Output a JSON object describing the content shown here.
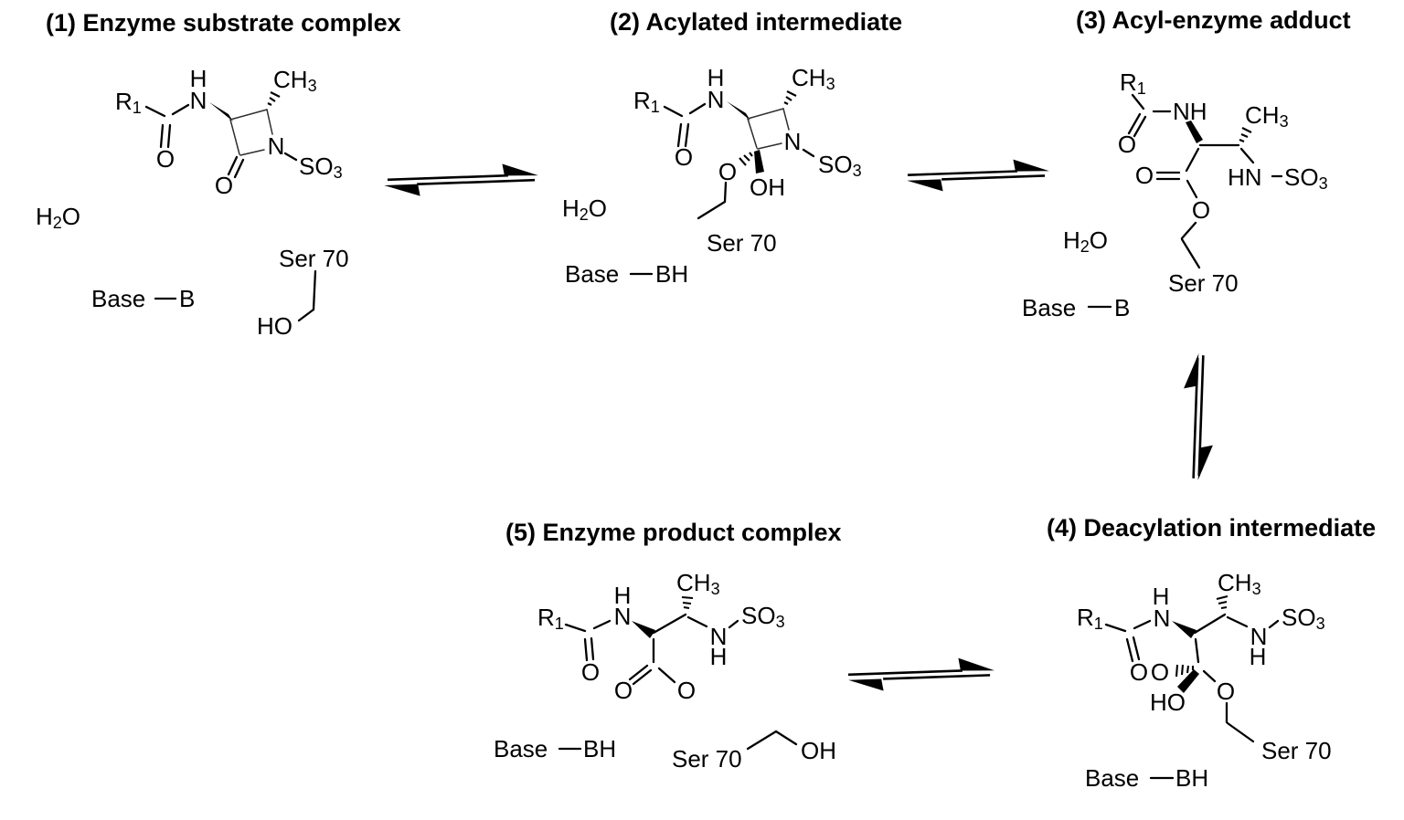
{
  "figure": {
    "background": "#ffffff",
    "ink": "#000000",
    "ring_stroke": "#2e2e2e"
  },
  "panels": [
    {
      "number": "1",
      "title": "(1) Enzyme substrate complex",
      "labels": {
        "r": "R",
        "r_sub": "1",
        "amide_h": "H",
        "amide_n": "N",
        "ch3": "CH",
        "ch3_sub": "3",
        "amide_o": "O",
        "ring_n": "N",
        "so3": "SO",
        "so3_sub": "3",
        "lactam_o": "O",
        "water_h": "H",
        "water_sub": "2",
        "water_o": "O",
        "ser": "Ser 70",
        "base": "Base",
        "base_state": "B",
        "ho": "HO"
      }
    },
    {
      "number": "2",
      "title": "(2) Acylated intermediate",
      "labels": {
        "r": "R",
        "r_sub": "1",
        "amide_h": "H",
        "amide_n": "N",
        "ch3": "CH",
        "ch3_sub": "3",
        "amide_o": "O",
        "ring_n": "N",
        "so3": "SO",
        "so3_sub": "3",
        "ether_o": "O",
        "oh": "OH",
        "water_h": "H",
        "water_sub": "2",
        "water_o": "O",
        "ser": "Ser 70",
        "base": "Base",
        "base_state": "BH"
      }
    },
    {
      "number": "3",
      "title": "(3) Acyl-enzyme adduct",
      "labels": {
        "r": "R",
        "r_sub": "1",
        "amide_nh": "NH",
        "ch3": "CH",
        "ch3_sub": "3",
        "amide_o": "O",
        "ester_o": "O",
        "bridge_o": "O",
        "hn": "HN",
        "so3": "SO",
        "so3_sub": "3",
        "water_h": "H",
        "water_sub": "2",
        "water_o": "O",
        "ser": "Ser 70",
        "base": "Base",
        "base_state": "B"
      }
    },
    {
      "number": "4",
      "title": "(4) Deacylation intermediate",
      "labels": {
        "r": "R",
        "r_sub": "1",
        "amide_h": "H",
        "amide_n": "N",
        "ch3": "CH",
        "ch3_sub": "3",
        "amide_o": "O",
        "gem_o": "O",
        "ho": "HO",
        "bridge_o": "O",
        "sulfon_n": "N",
        "sulfon_h": "H",
        "so3": "SO",
        "so3_sub": "3",
        "ser": "Ser 70",
        "base": "Base",
        "base_state": "BH"
      }
    },
    {
      "number": "5",
      "title": "(5) Enzyme product complex",
      "labels": {
        "r": "R",
        "r_sub": "1",
        "amide_h": "H",
        "amide_n": "N",
        "ch3": "CH",
        "ch3_sub": "3",
        "amide_o": "O",
        "carboxylate_o_left": "O",
        "carboxylate_o_right": "O",
        "sulfon_n": "N",
        "sulfon_h": "H",
        "so3": "SO",
        "so3_sub": "3",
        "base": "Base",
        "base_state": "BH",
        "ser": "Ser 70",
        "oh": "OH"
      }
    }
  ]
}
